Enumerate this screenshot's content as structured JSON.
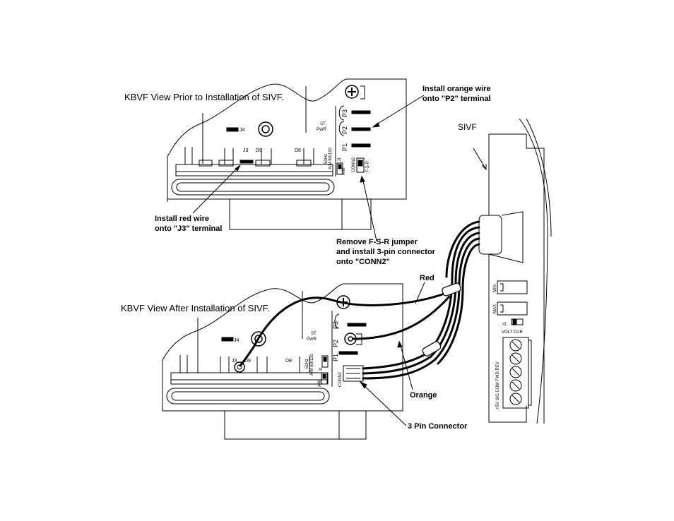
{
  "titles": {
    "before": "KBVF View Prior to Installation of SIVF.",
    "after": "KBVF View After Installation of SIVF."
  },
  "callouts": {
    "orange_p2": [
      "Install orange wire",
      "onto \"P2\" terminal"
    ],
    "red_j3": [
      "Install red wire",
      "onto \"J3\" terminal"
    ],
    "conn2": [
      "Remove F-S-R jumper",
      "and install 3-pin connector",
      "onto \"CONN2\""
    ],
    "red": "Red",
    "orange": "Orange",
    "three_pin": "3 Pin Connector"
  },
  "sivf": {
    "title": "SIVF",
    "min": "MIN",
    "max": "MAX",
    "j1": "J1",
    "volt_cur": "VOLT CUR",
    "terminals": "+5V  SIG COM FWD REV"
  },
  "board": {
    "j4": "J4",
    "j3": "J3",
    "d9": "D9",
    "d8": "D8",
    "st_pwr": [
      "ST",
      "PWR"
    ],
    "p3": "P3",
    "p2": "P2",
    "p1": "P1",
    "j1": "J1",
    "am": "A/M",
    "hz": "50Hz",
    "am_60": "A/M 60/120",
    "conn2": "CONN2",
    "fsr": "F-S-R"
  }
}
